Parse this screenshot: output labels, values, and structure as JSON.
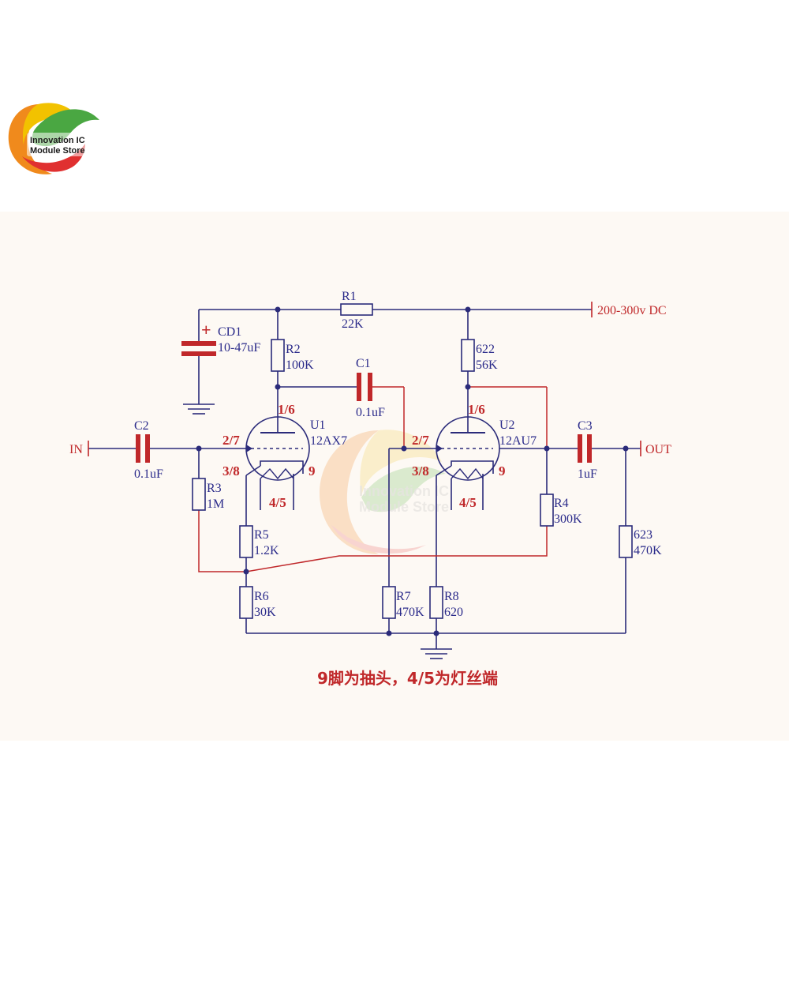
{
  "logo": {
    "line1": "Innovation IC",
    "line2": "Module Store"
  },
  "watermark": {
    "line1": "Innovation IC",
    "line2": "Module Store"
  },
  "terminals": {
    "input": "IN",
    "output": "OUT",
    "supply": "200-300v DC"
  },
  "components": {
    "R1": {
      "ref": "R1",
      "value": "22K"
    },
    "R2": {
      "ref": "R2",
      "value": "100K"
    },
    "R3": {
      "ref": "R3",
      "value": "1M"
    },
    "R4": {
      "ref": "R4",
      "value": "300K"
    },
    "R5": {
      "ref": "R5",
      "value": "1.2K"
    },
    "R6": {
      "ref": "R6",
      "value": "30K"
    },
    "R7": {
      "ref": "R7",
      "value": "470K"
    },
    "R8": {
      "ref": "R8",
      "value": "620"
    },
    "R622": {
      "ref": "622",
      "value": "56K"
    },
    "R623": {
      "ref": "623",
      "value": "470K"
    },
    "C1": {
      "ref": "C1",
      "value": "0.1uF"
    },
    "C2": {
      "ref": "C2",
      "value": "0.1uF"
    },
    "C3": {
      "ref": "C3",
      "value": "1uF"
    },
    "CD1": {
      "ref": "CD1",
      "value": "10-47uF",
      "polarity": "+"
    },
    "U1": {
      "ref": "U1",
      "value": "12AX7"
    },
    "U2": {
      "ref": "U2",
      "value": "12AU7"
    }
  },
  "pins": {
    "U1": {
      "plate": "1/6",
      "grid": "2/7",
      "cathode": "3/8",
      "tap": "9",
      "heater": "4/5"
    },
    "U2": {
      "plate": "1/6",
      "grid": "2/7",
      "cathode": "3/8",
      "tap": "9",
      "heater": "4/5"
    }
  },
  "note": "9脚为抽头，4/5为灯丝端",
  "colors": {
    "wire": "#2b2b7a",
    "part": "#c0282a",
    "label": "#2a2a8a",
    "background": "#fdf9f4"
  }
}
